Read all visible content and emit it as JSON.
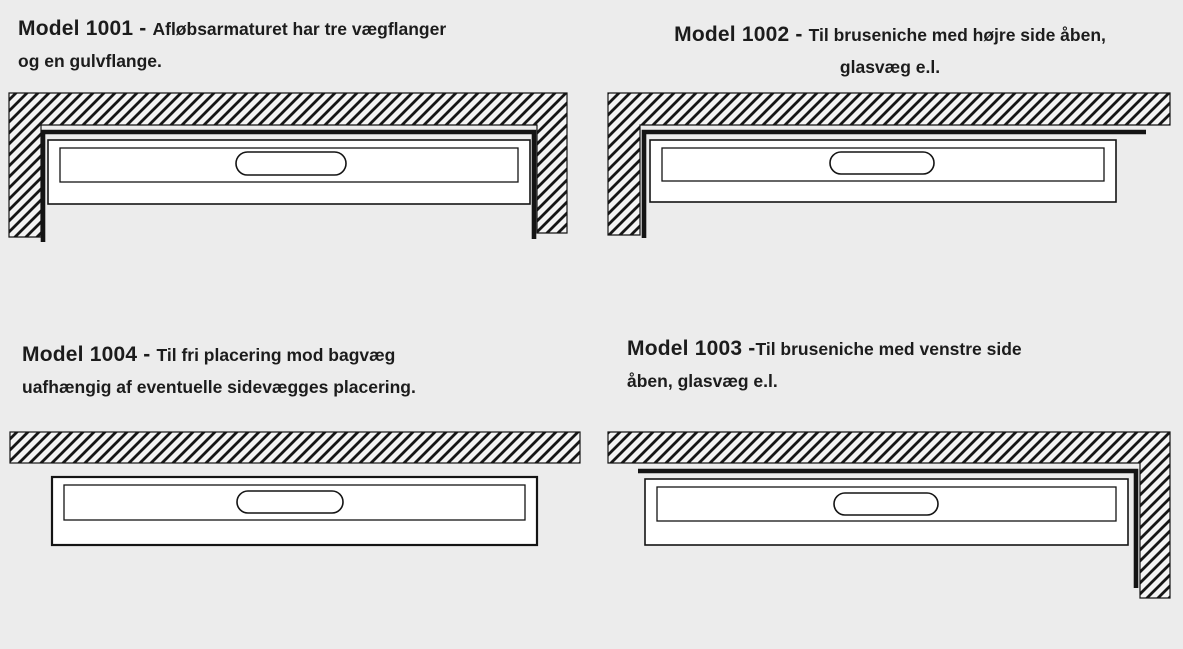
{
  "colors": {
    "background": "#ececec",
    "line": "#141414",
    "drain-fill": "#ffffff",
    "text": "#1c1c1c",
    "hatch-bg": "#f4f4f4"
  },
  "panels": [
    {
      "id": "model-1001",
      "model_label": "Model 1001 - ",
      "desc_line1": "Afløbsarmaturet har tre vægflanger",
      "desc_line2": "og en gulvflange.",
      "walls": [
        "top",
        "left",
        "right"
      ]
    },
    {
      "id": "model-1002",
      "model_label": "Model 1002 - ",
      "desc_line1": "Til bruseniche med højre side åben,",
      "desc_line2": "glasvæg e.l.",
      "walls": [
        "top",
        "left"
      ]
    },
    {
      "id": "model-1004",
      "model_label": "Model 1004 - ",
      "desc_line1": "Til fri placering mod bagvæg",
      "desc_line2": "uafhængig af eventuelle sidevægges placering.",
      "walls": [
        "top"
      ]
    },
    {
      "id": "model-1003",
      "model_label": "Model 1003 -",
      "desc_line1": "Til bruseniche med venstre side",
      "desc_line2": "åben, glasvæg e.l.",
      "walls": [
        "top",
        "right"
      ]
    }
  ]
}
